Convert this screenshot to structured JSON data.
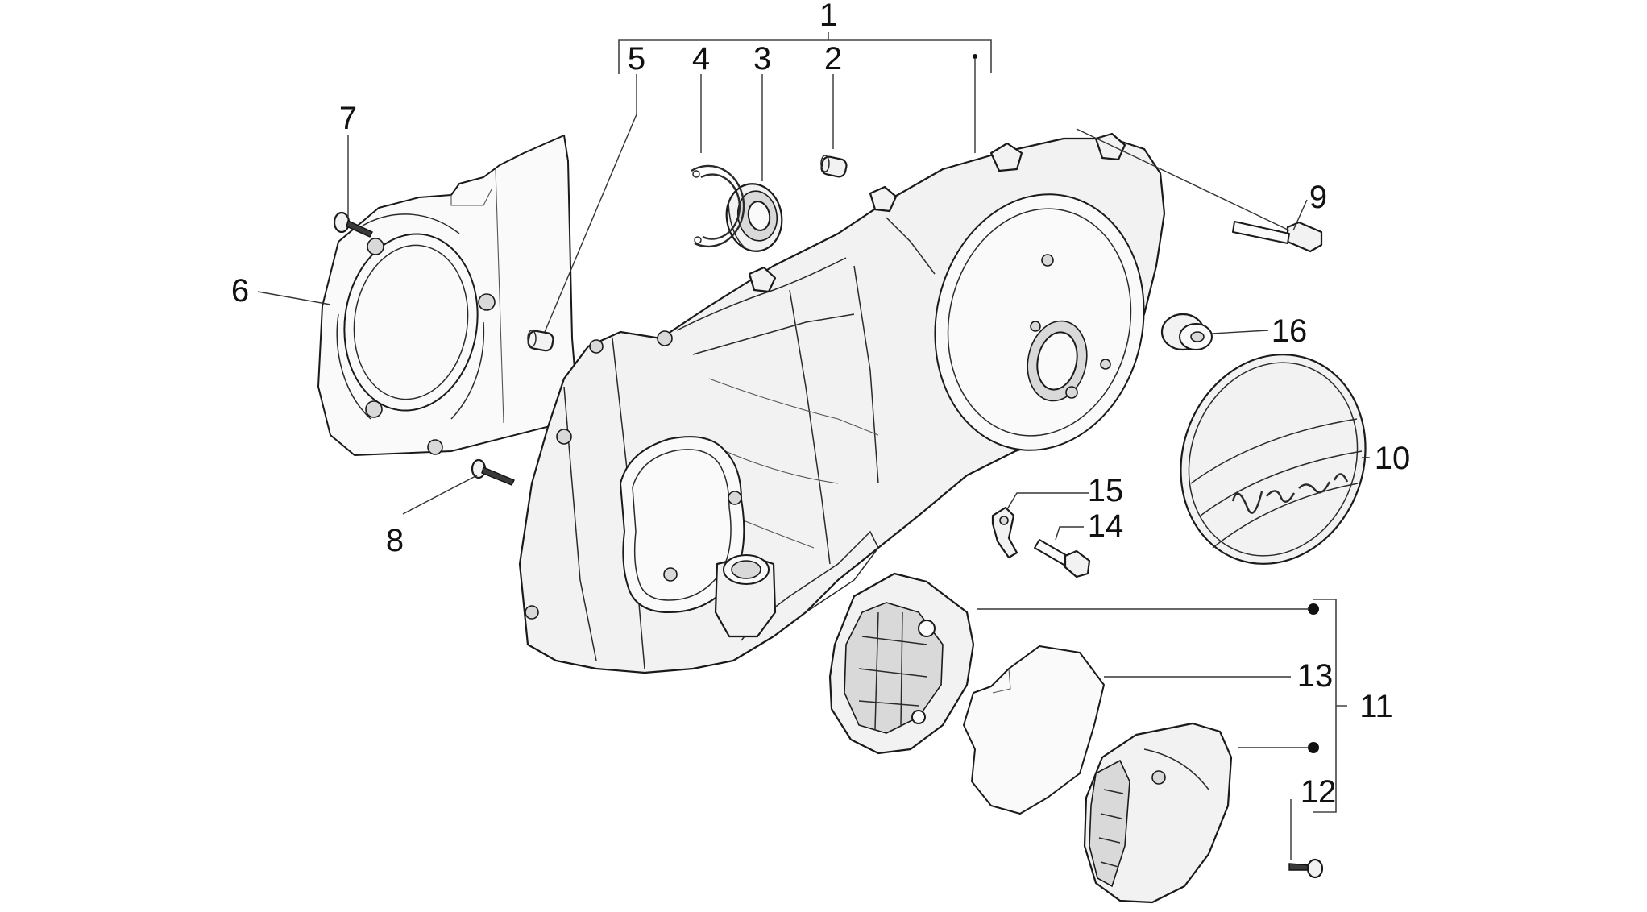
{
  "callouts": [
    {
      "id": "1",
      "label": "1"
    },
    {
      "id": "2",
      "label": "2"
    },
    {
      "id": "3",
      "label": "3"
    },
    {
      "id": "4",
      "label": "4"
    },
    {
      "id": "5",
      "label": "5"
    },
    {
      "id": "6",
      "label": "6"
    },
    {
      "id": "7",
      "label": "7"
    },
    {
      "id": "8",
      "label": "8"
    },
    {
      "id": "9",
      "label": "9"
    },
    {
      "id": "10",
      "label": "10"
    },
    {
      "id": "11",
      "label": "11"
    },
    {
      "id": "12",
      "label": "12"
    },
    {
      "id": "13",
      "label": "13"
    },
    {
      "id": "14",
      "label": "14"
    },
    {
      "id": "15",
      "label": "15"
    },
    {
      "id": "16",
      "label": "16"
    }
  ],
  "colors": {
    "line": "#1a1a1a",
    "fill": "#f2f2f2",
    "background": "#ffffff"
  }
}
